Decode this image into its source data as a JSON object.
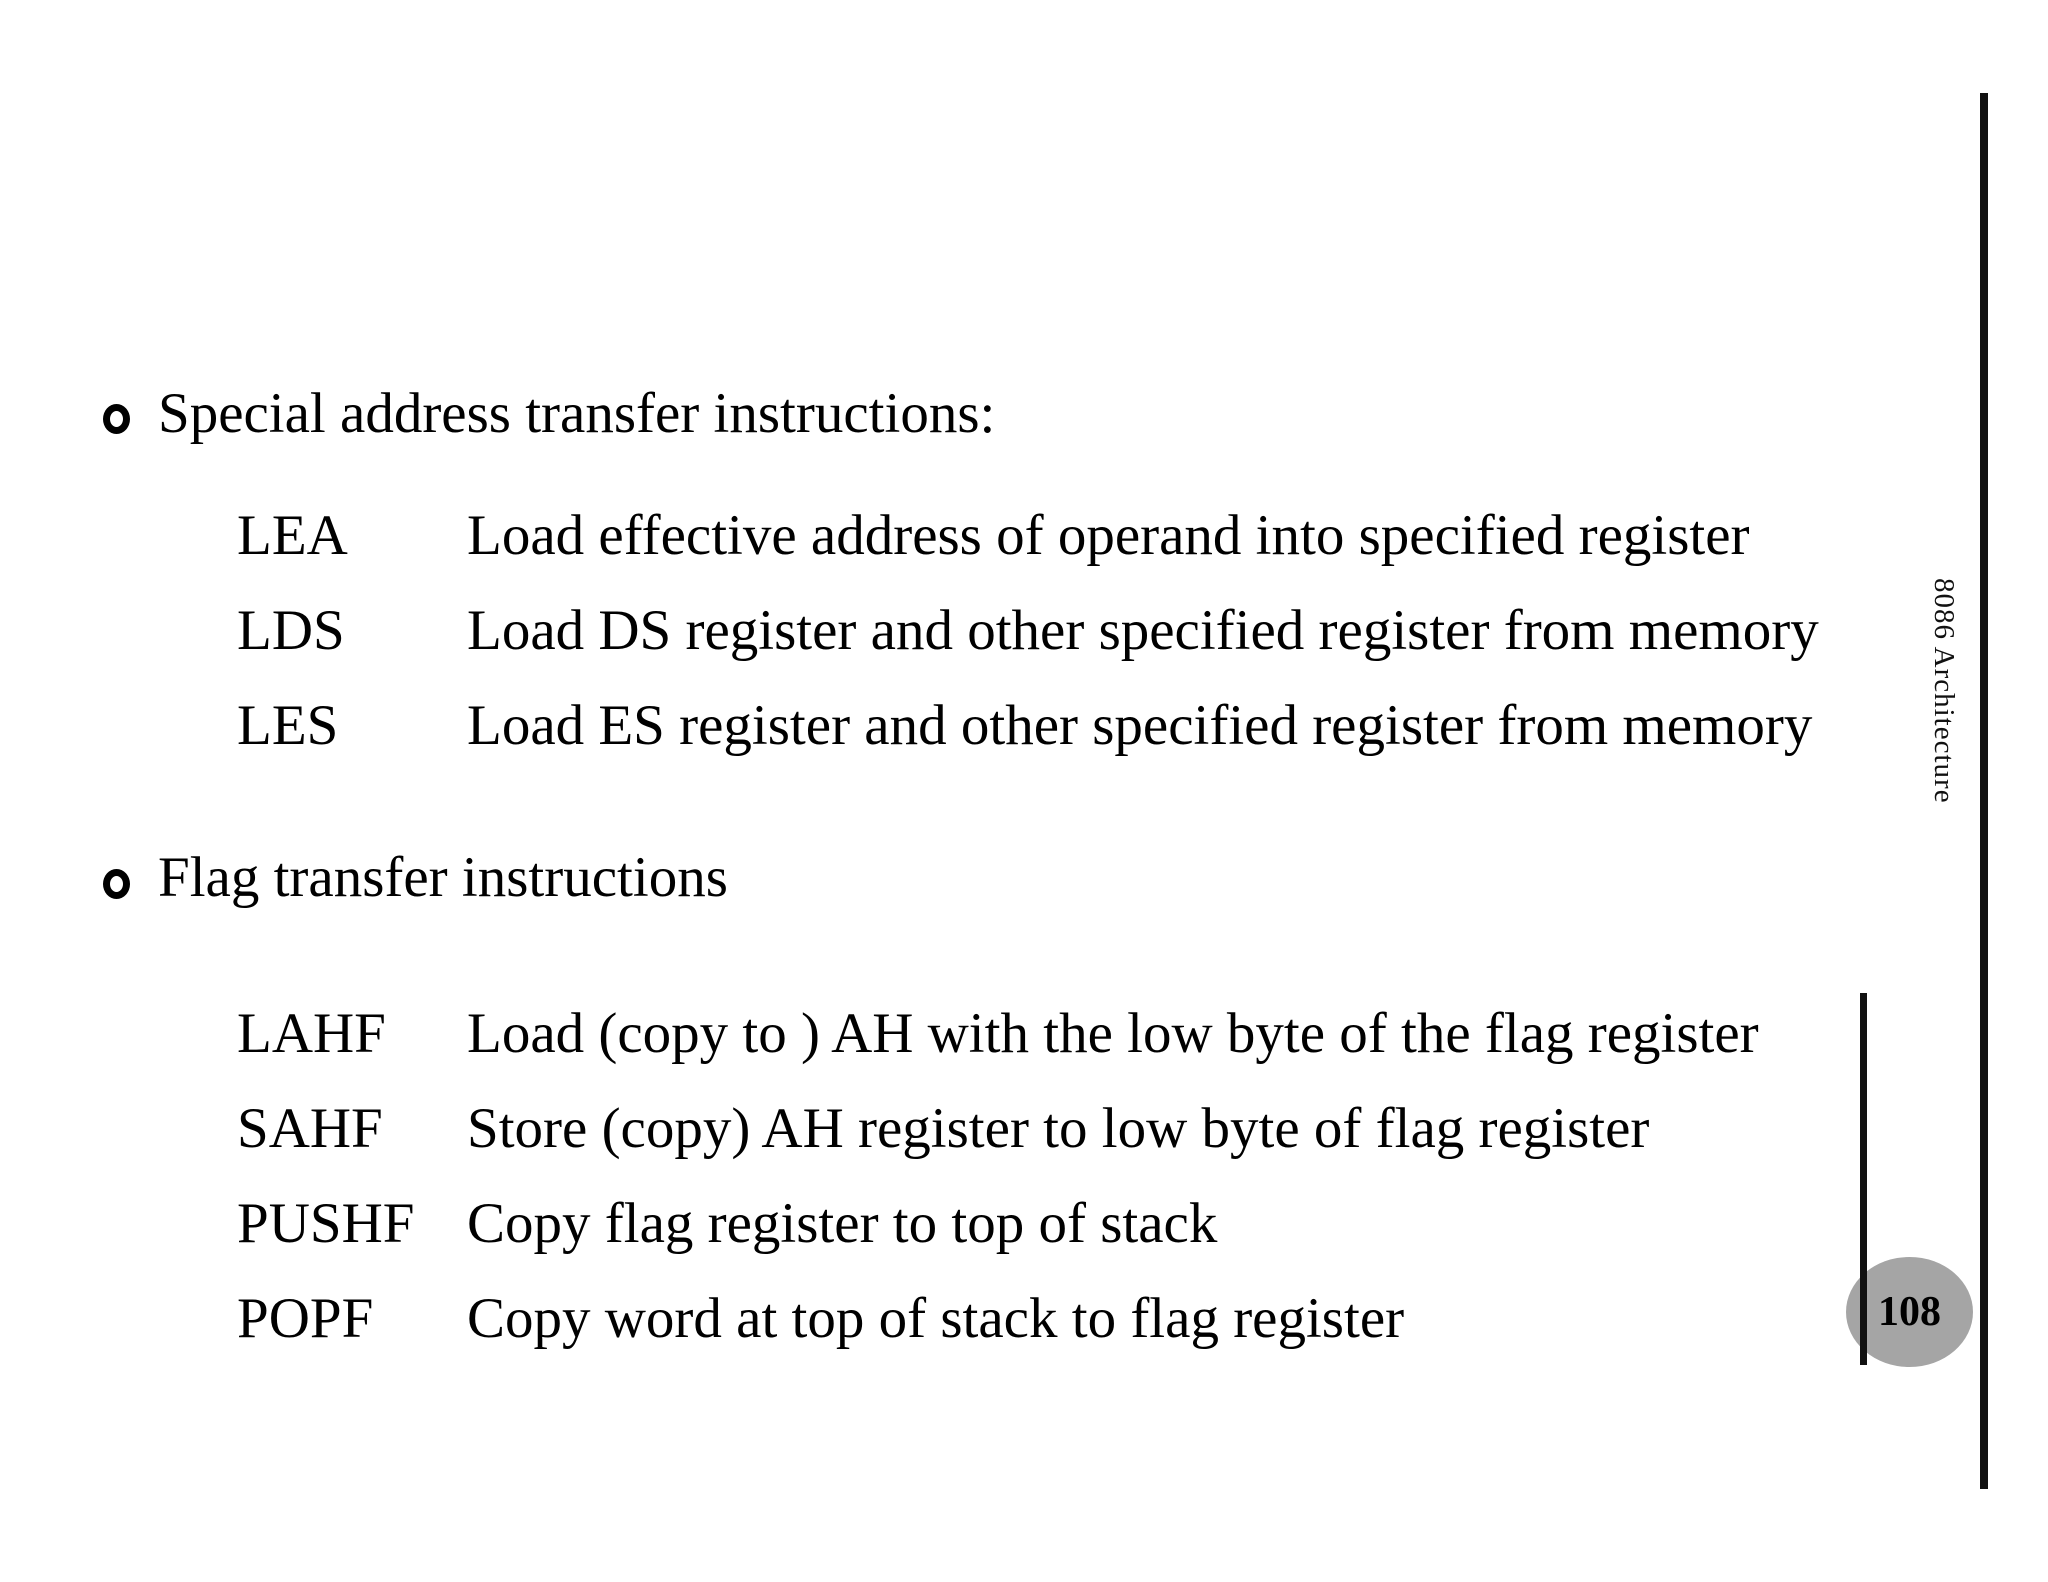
{
  "page": {
    "background": "#ffffff",
    "text_color": "#000000",
    "badge_color": "#a5a5a5",
    "sidebar_label": "8086 Architecture",
    "page_number": "108"
  },
  "sections": [
    {
      "heading": "Special address transfer instructions:",
      "rows": [
        {
          "mnemonic": "LEA",
          "description": "Load effective address of operand into specified register"
        },
        {
          "mnemonic": "LDS",
          "description": "Load DS register and other specified register from memory"
        },
        {
          "mnemonic": "LES",
          "description": "Load ES register and other specified register from memory"
        }
      ]
    },
    {
      "heading": "Flag transfer instructions",
      "rows": [
        {
          "mnemonic": "LAHF",
          "description": "Load (copy to ) AH with the low byte of the flag register"
        },
        {
          "mnemonic": "SAHF",
          "description": "Store (copy) AH register to low byte of flag register"
        },
        {
          "mnemonic": "PUSHF",
          "description": "Copy flag register to top of stack"
        },
        {
          "mnemonic": "POPF",
          "description": "Copy word at top of stack to flag register"
        }
      ]
    }
  ]
}
